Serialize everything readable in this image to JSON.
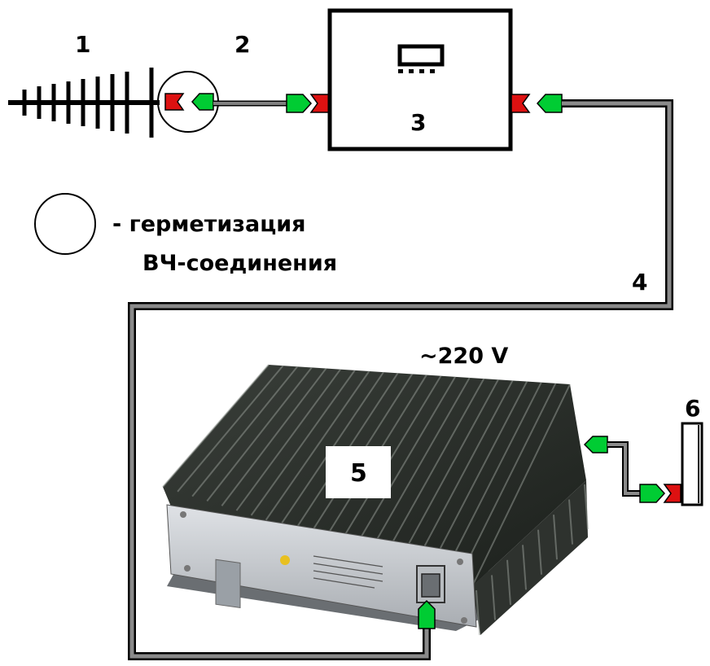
{
  "labels": {
    "antenna": "1",
    "seal": "2",
    "device": "3",
    "cable": "4",
    "amplifier": "5",
    "indoor_antenna": "6"
  },
  "legend": {
    "line1": "- герметизация",
    "line2": "ВЧ-соединения"
  },
  "power": "~220 V",
  "colors": {
    "cable": "#808080",
    "connector_male": "#00cc33",
    "connector_female": "#dd1111",
    "heatsink": "#2a2e2a",
    "front_panel": "#c8ccd0"
  }
}
